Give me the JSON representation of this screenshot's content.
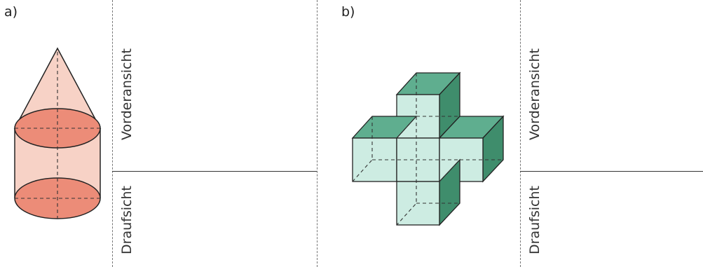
{
  "exercise_a": {
    "label": "a)",
    "front_view_label": "Vorderansicht",
    "top_view_label": "Draufsicht"
  },
  "exercise_b": {
    "label": "b)",
    "front_view_label": "Vorderansicht",
    "top_view_label": "Draufsicht"
  },
  "colors": {
    "cone_fill": "#f7d2c6",
    "ellipse_fill": "#ec8c78",
    "cube_front": "#cdece2",
    "cube_top": "#5fae8f",
    "cube_side": "#3f8d6c",
    "outline": "#222222"
  }
}
